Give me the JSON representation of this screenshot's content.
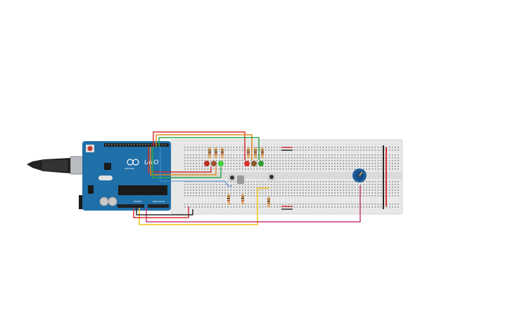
{
  "scene": {
    "board": {
      "brand_label": "UNO",
      "logo_label": "ARDUINO",
      "power_header_label": "POWER",
      "analog_header_label": "ANALOG IN"
    },
    "components": {
      "leds_left": [
        "red",
        "orange",
        "green"
      ],
      "leds_right": [
        "red",
        "orange",
        "green"
      ],
      "pushbuttons": 3,
      "potentiometer": 1
    },
    "colors": {
      "board_blue": "#1f6fa8",
      "breadboard": "#e9e9e9",
      "wire_red": "#d62f2f",
      "wire_orange": "#e08a1e",
      "wire_green": "#2fa84a",
      "wire_yellow": "#f0c419",
      "wire_magenta": "#c8387a",
      "wire_black": "#2a2a2a",
      "potentiometer": "#1e5fa0"
    }
  }
}
